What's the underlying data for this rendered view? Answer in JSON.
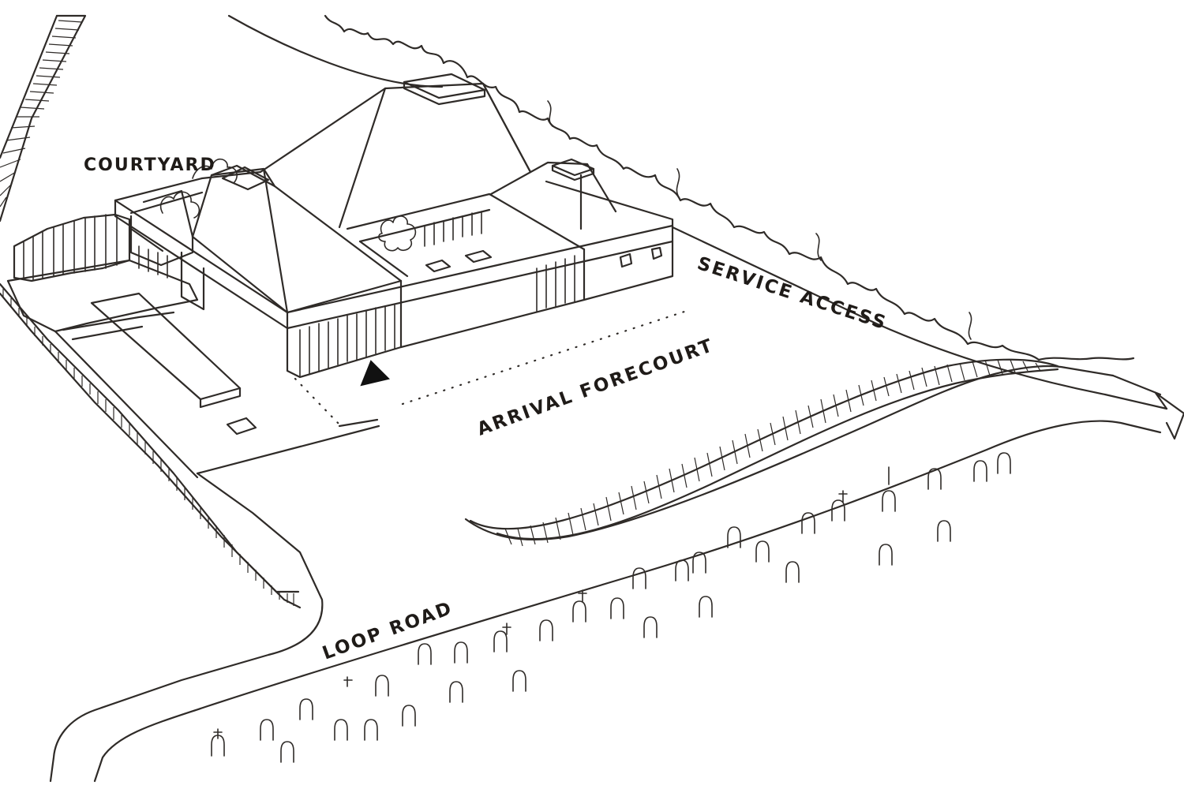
{
  "drawing": {
    "style": "hand-drawn axonometric site sketch",
    "ink_color": "#2f2b28",
    "paper_color": "#ffffff"
  },
  "labels": {
    "courtyard": "COURTYARD",
    "service_access": "SERVICE ACCESS",
    "arrival_forecourt": "ARRIVAL FORECOURT",
    "loop_road": "LOOP ROAD"
  },
  "symbols": {
    "entrance_marker": "filled-triangle-icon",
    "direction_arrow": "arrow-right-icon",
    "gravestones": "grave-marker-icons"
  }
}
